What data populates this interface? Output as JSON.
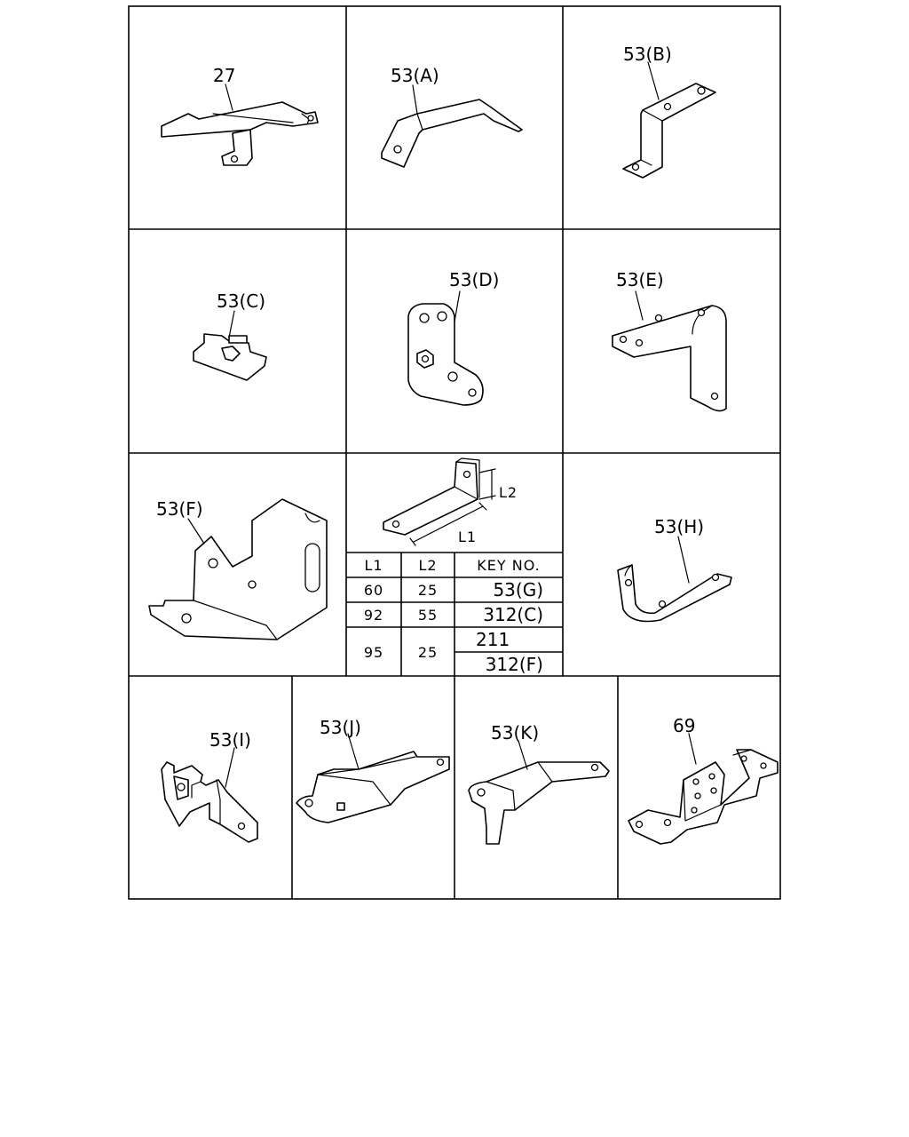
{
  "parts": {
    "p27": "27",
    "p53a": "53(A)",
    "p53b": "53(B)",
    "p53c": "53(C)",
    "p53d": "53(D)",
    "p53e": "53(E)",
    "p53f": "53(F)",
    "p53h": "53(H)",
    "p53i": "53(I)",
    "p53j": "53(J)",
    "p53k": "53(K)",
    "p69": "69"
  },
  "dimensions": {
    "l1": "L1",
    "l2": "L2"
  },
  "table": {
    "headers": [
      "L1",
      "L2",
      "KEY NO."
    ],
    "rows": [
      {
        "l1": "60",
        "l2": "25",
        "keys": [
          "53(G)"
        ]
      },
      {
        "l1": "92",
        "l2": "55",
        "keys": [
          "312(C)"
        ]
      },
      {
        "l1": "95",
        "l2": "25",
        "keys": [
          "211",
          "312(F)"
        ]
      }
    ]
  }
}
